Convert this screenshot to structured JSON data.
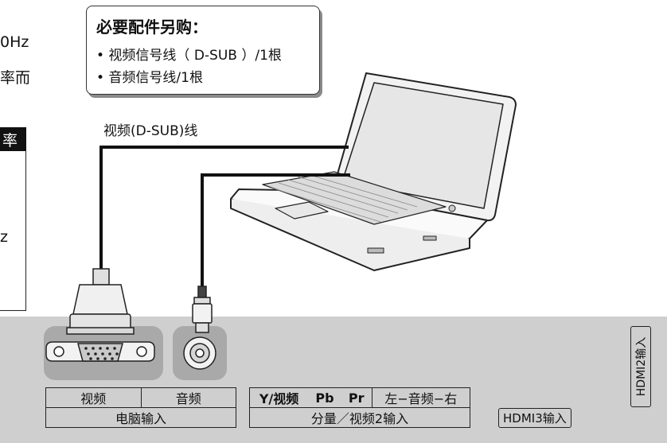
{
  "left_fragments": {
    "line1": "0Hz",
    "line2": "率而",
    "table_header": "率",
    "table_cell": "z"
  },
  "note": {
    "title": "必要配件另购：",
    "items": [
      "• 视频信号线（ D-SUB ）/1根",
      "• 音频信号线/1根"
    ]
  },
  "cable_label": "视频(D-SUB)线",
  "panel": {
    "pc_input": {
      "video_label": "视频",
      "audio_label": "音频",
      "group_label": "电脑输入"
    },
    "component_input": {
      "y_video_label": "Y/视频",
      "pb_label": "Pb",
      "pr_label": "Pr",
      "audio_label": "左−音频−右",
      "group_label": "分量／视频2输入"
    },
    "hdmi3_label": "HDMI3输入",
    "hdmi2_label": "HDMI2输入"
  },
  "colors": {
    "panel": "#cfcfd0",
    "port_background": "#a9a9aa",
    "cable": "#111111",
    "laptop_outline": "#222222"
  }
}
